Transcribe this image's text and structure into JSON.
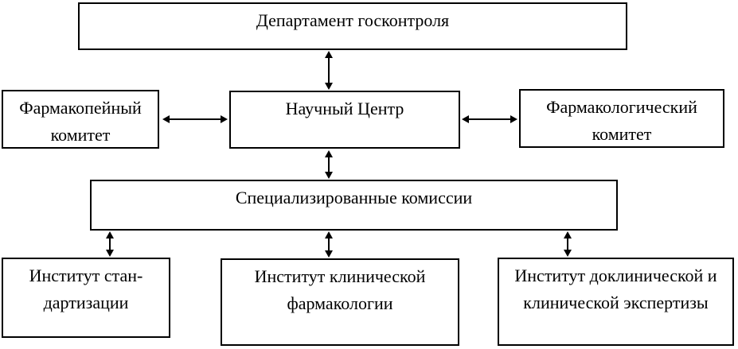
{
  "diagram": {
    "type": "org-chart",
    "language": "ru",
    "colors": {
      "background": "#ffffff",
      "border": "#000000",
      "text": "#000000",
      "arrow": "#000000"
    },
    "nodes": [
      {
        "id": "dept",
        "lines": [
          "Департамент госконтроля"
        ]
      },
      {
        "id": "pharmacopoeia",
        "lines": [
          "Фармакопейный",
          "комитет"
        ]
      },
      {
        "id": "science-center",
        "lines": [
          "Научный Центр"
        ]
      },
      {
        "id": "pharmacology",
        "lines": [
          "Фармакологический",
          "комитет"
        ]
      },
      {
        "id": "commissions",
        "lines": [
          "Специализированные комиссии"
        ]
      },
      {
        "id": "inst-standard",
        "lines": [
          "Институт стан-",
          "дартизации"
        ]
      },
      {
        "id": "inst-clinical",
        "lines": [
          "Институт клинической",
          "фармакологии"
        ]
      },
      {
        "id": "inst-expertise",
        "lines": [
          "Институт доклинической и",
          "клинической экспертизы"
        ]
      }
    ],
    "edges": [
      {
        "from": "dept",
        "to": "science-center",
        "style": "double-headed"
      },
      {
        "from": "pharmacopoeia",
        "to": "science-center",
        "style": "double-headed"
      },
      {
        "from": "science-center",
        "to": "pharmacology",
        "style": "double-headed"
      },
      {
        "from": "science-center",
        "to": "commissions",
        "style": "double-headed"
      },
      {
        "from": "commissions",
        "to": "inst-standard",
        "style": "double-headed"
      },
      {
        "from": "commissions",
        "to": "inst-clinical",
        "style": "double-headed"
      },
      {
        "from": "commissions",
        "to": "inst-expertise",
        "style": "double-headed"
      }
    ]
  }
}
